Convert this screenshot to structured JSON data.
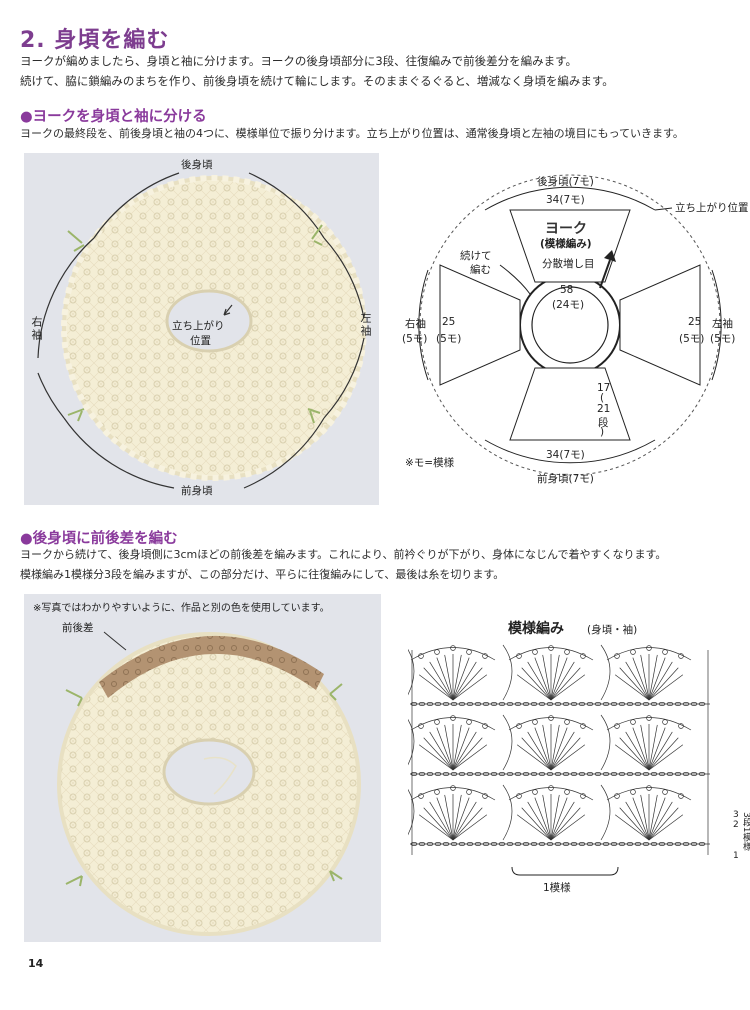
{
  "section_title": "2. 身頃を編む",
  "intro": [
    "ヨークが編めましたら、身頃と袖に分けます。ヨークの後身頃部分に3段、往復編みで前後差分を編みます。",
    "続けて、脇に鎖編みのまちを作り、前後身頃を続けて輪にします。そのままぐるぐると、増減なく身頃を編みます。"
  ],
  "sub1": {
    "heading": "●ヨークを身頃と袖に分ける",
    "text": "ヨークの最終段を、前後身頃と袖の4つに、模様単位で振り分けます。立ち上がり位置は、通常後身頃と左袖の境目にもっていきます。"
  },
  "photo1": {
    "back": "後身頃",
    "front": "前身頃",
    "right_sleeve": "右袖",
    "left_sleeve": "左袖",
    "start_1": "立ち上がり",
    "start_2": "位置"
  },
  "diagram1": {
    "back": "後身頃(7モ)",
    "back_count": "34(7モ)",
    "start_pos": "立ち上がり位置",
    "yoke": "ヨーク",
    "yoke_pattern": "(模様編み)",
    "continue_1": "続けて",
    "continue_2": "編む",
    "increase": "分散増し目",
    "center_1": "58",
    "center_2": "(24モ)",
    "right_sleeve_1": "右袖",
    "right_sleeve_2": "(5モ)",
    "right_count_1": "25",
    "right_count_2": "(5モ)",
    "left_count_1": "25",
    "left_count_2": "(5モ)",
    "left_sleeve_1": "左袖",
    "left_sleeve_2": "(5モ)",
    "rows_1": "17",
    "rows_2": "(",
    "rows_3": "21",
    "rows_4": "段",
    "rows_5": ")",
    "front_count": "34(7モ)",
    "front": "前身頃(7モ)",
    "note": "※モ=模様"
  },
  "sub2": {
    "heading": "●後身頃に前後差を編む",
    "text1": "ヨークから続けて、後身頃側に3cmほどの前後差を編みます。これにより、前衿ぐりが下がり、身体になじんで着やすくなります。",
    "text2": "模様編み1模様分3段を編みますが、この部分だけ、平らに往復編みにして、最後は糸を切ります。"
  },
  "photo2": {
    "note": "※写真ではわかりやすいように、作品と別の色を使用しています。",
    "diff_label": "前後差"
  },
  "chart": {
    "title": "模様編み",
    "subtitle": "(身頃・袖)",
    "row3": "3",
    "row2": "2",
    "row1": "1",
    "side_1": "3段1模様",
    "repeat": "1模様"
  },
  "page_number": "14",
  "colors": {
    "heading": "#8a3a9c",
    "yarn": "#f3ecd2",
    "contrast_yarn": "#b39372",
    "photo_bg": "#e2e4ea"
  }
}
